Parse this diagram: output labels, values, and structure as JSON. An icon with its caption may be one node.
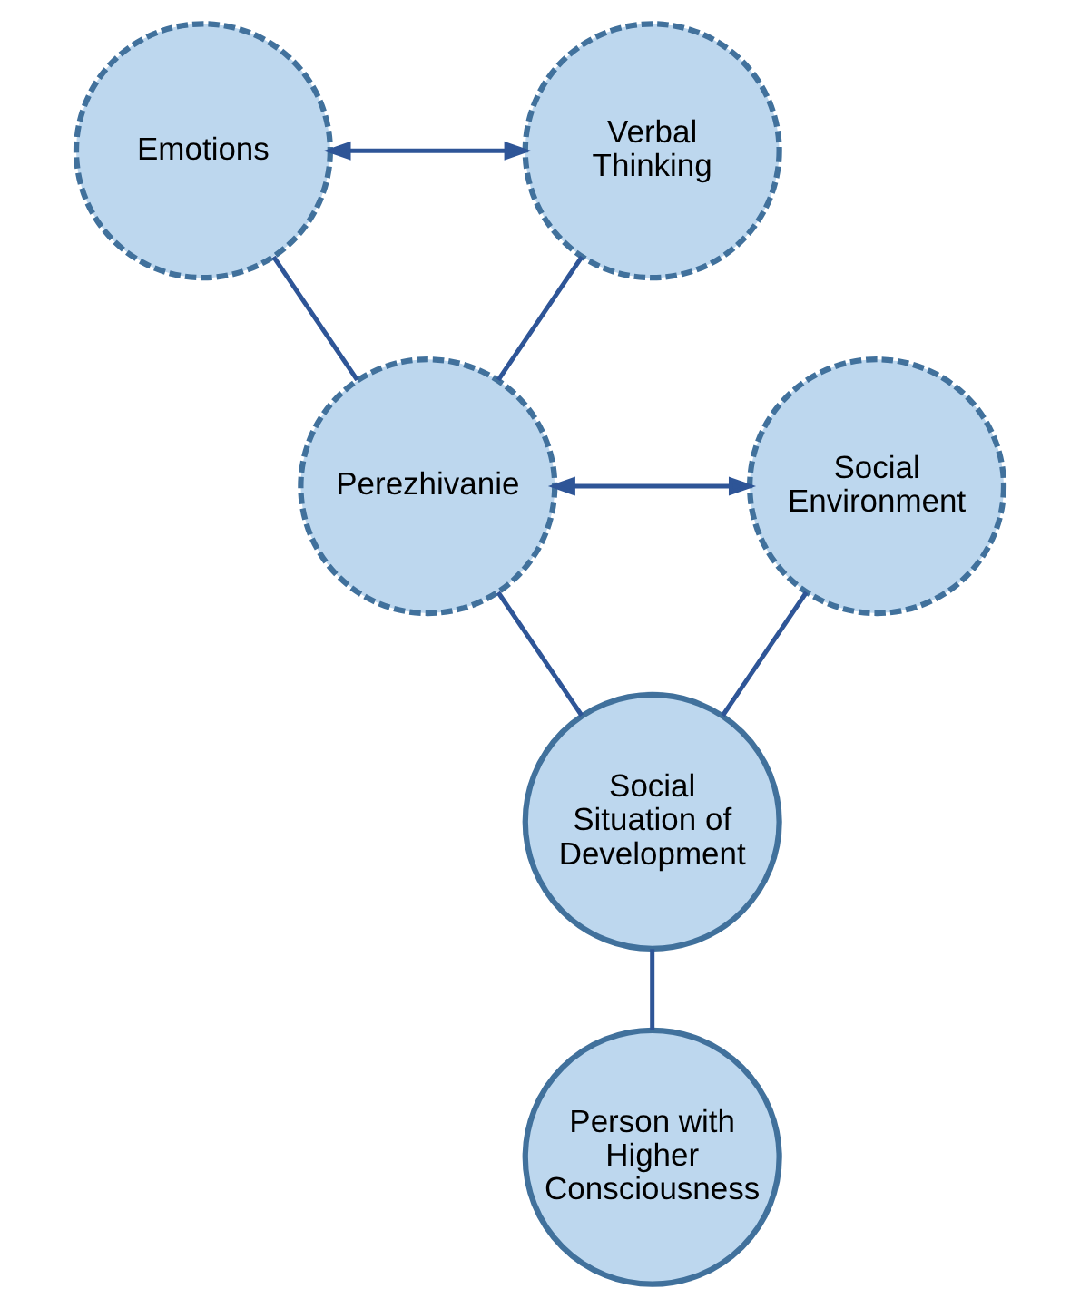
{
  "diagram": {
    "nodes": [
      {
        "text": [
          "Emotions"
        ]
      },
      {
        "text": [
          "Verbal Thinking"
        ]
      },
      {
        "text": [
          "Perezhivanie"
        ]
      },
      {
        "text": [
          "Social Environment"
        ]
      },
      {
        "text": [
          "Social Situation of Development"
        ]
      },
      {
        "text": [
          "Person with Higher Consciousness"
        ]
      }
    ],
    "edges": [
      {
        "from": 0,
        "to": 1,
        "arrow": "both"
      },
      {
        "from": 0,
        "to": 2,
        "arrow": "none"
      },
      {
        "from": 1,
        "to": 2,
        "arrow": "none"
      },
      {
        "from": 2,
        "to": 3,
        "arrow": "both"
      },
      {
        "from": 2,
        "to": 4,
        "arrow": "none"
      },
      {
        "from": 3,
        "to": 4,
        "arrow": "none"
      },
      {
        "from": 4,
        "to": 5,
        "arrow": "none"
      }
    ]
  }
}
